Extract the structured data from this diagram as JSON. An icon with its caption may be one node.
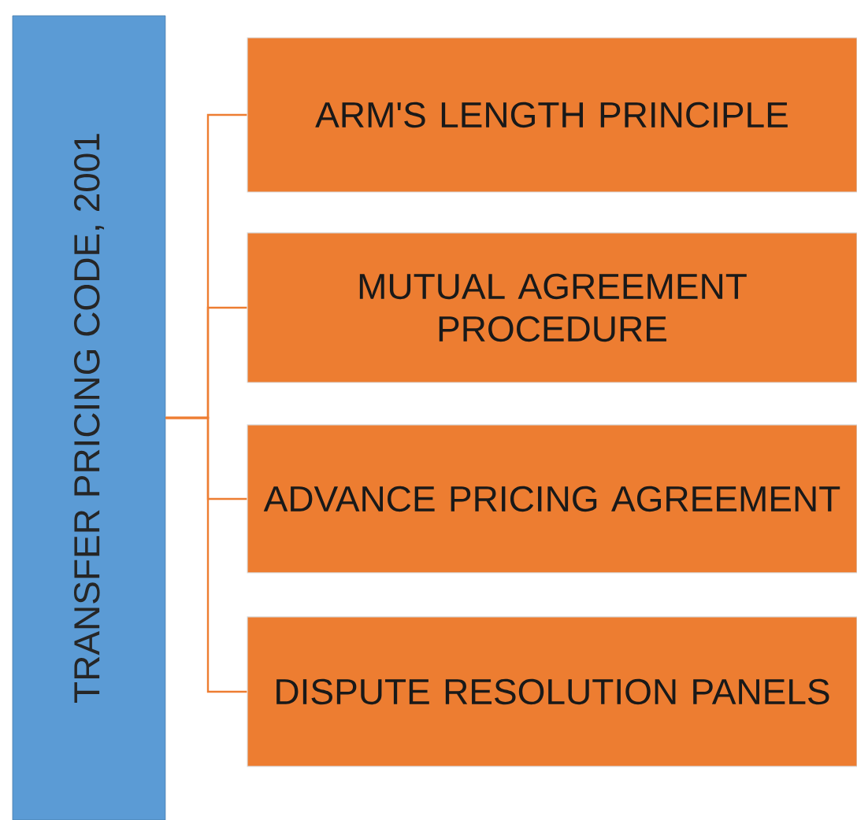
{
  "diagram": {
    "nodes": [
      {
        "text": [
          "TRANSFER PRICING CODE, 2001"
        ]
      },
      {
        "text": [
          "ARM'S LENGTH PRINCIPLE"
        ]
      },
      {
        "text": [
          "MUTUAL AGREEMENT PROCEDURE"
        ]
      },
      {
        "text": [
          "ADVANCE PRICING AGREEMENT"
        ]
      },
      {
        "text": [
          "DISPUTE RESOLUTION PANELS"
        ]
      }
    ],
    "edges": [
      {
        "from": 0,
        "to": 1,
        "arrow": "none"
      },
      {
        "from": 0,
        "to": 2,
        "arrow": "none"
      },
      {
        "from": 0,
        "to": 3,
        "arrow": "none"
      },
      {
        "from": 0,
        "to": 4,
        "arrow": "none"
      }
    ]
  }
}
